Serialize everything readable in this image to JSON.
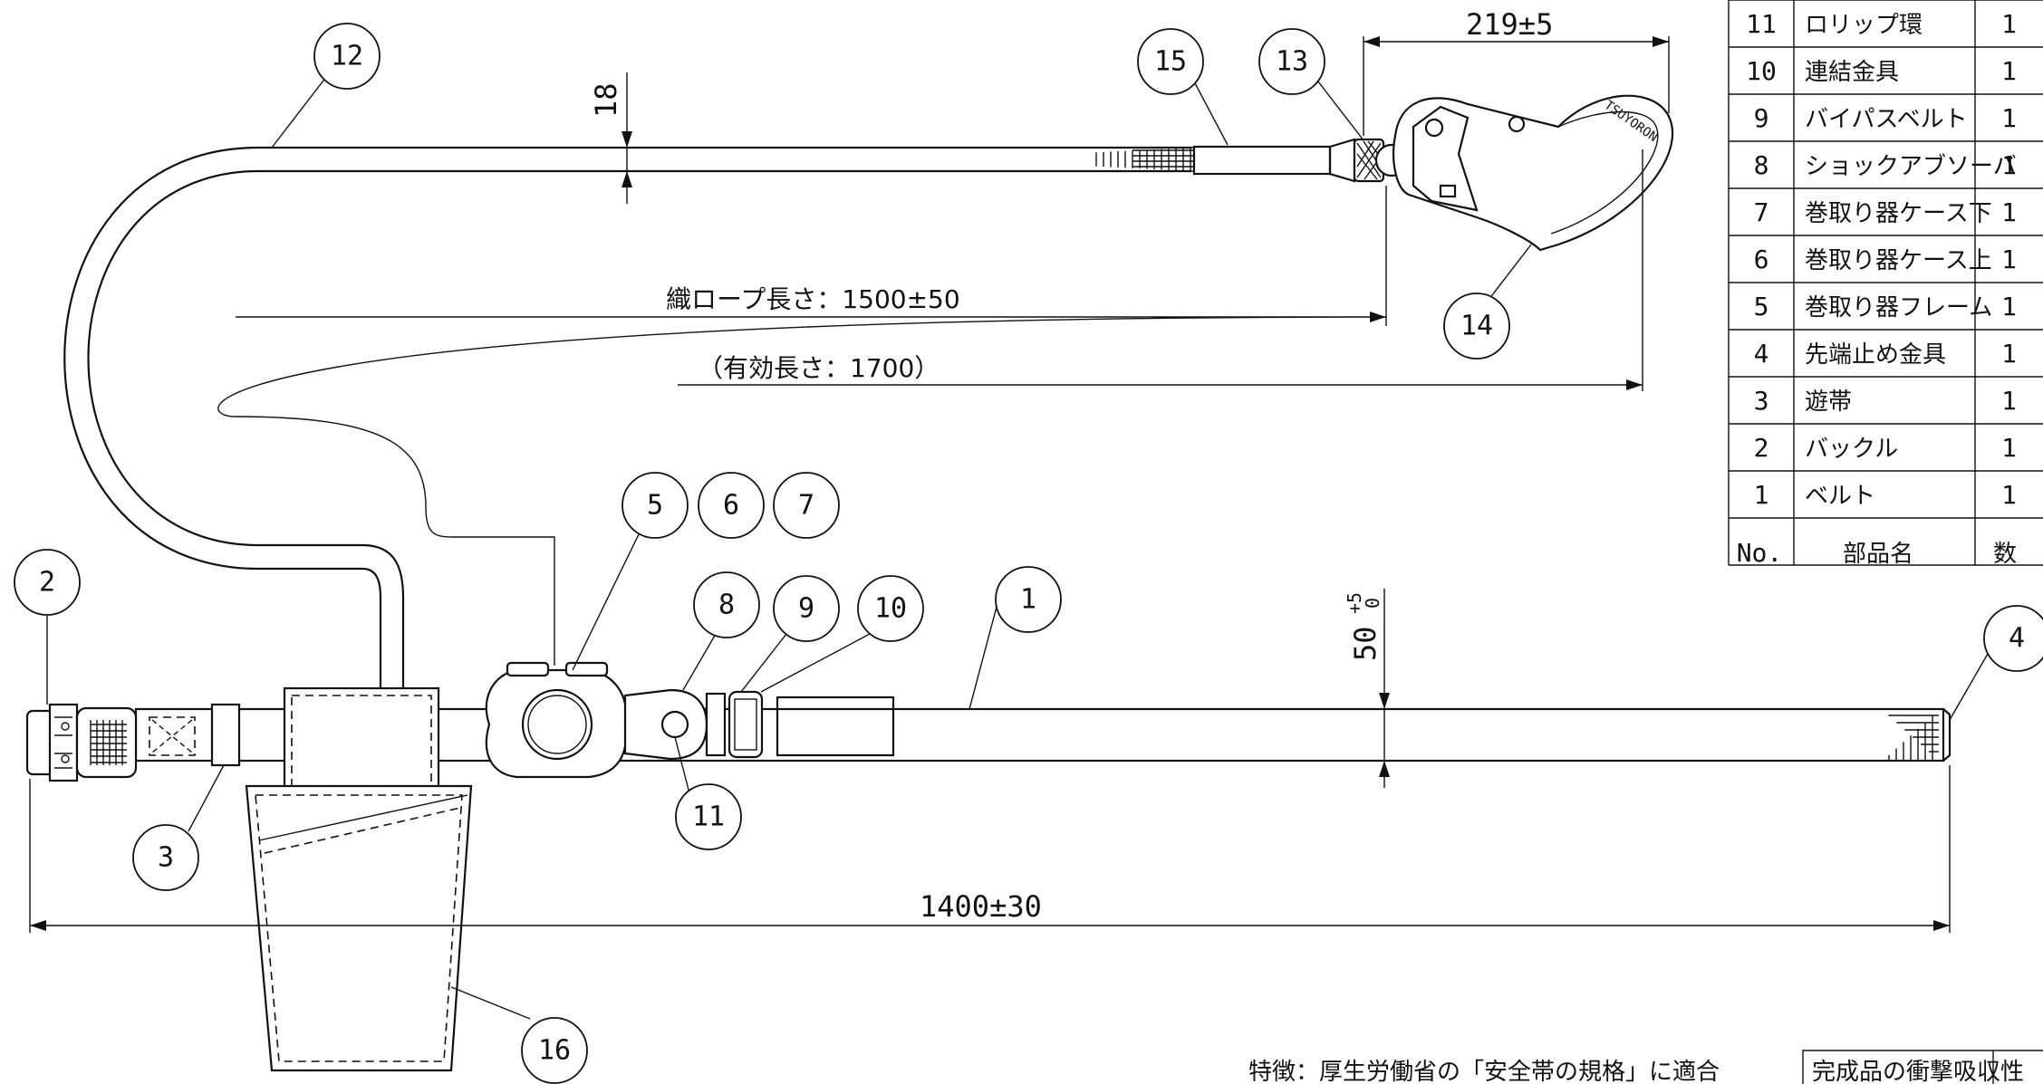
{
  "callouts": [
    "1",
    "2",
    "3",
    "4",
    "5",
    "6",
    "7",
    "8",
    "9",
    "10",
    "11",
    "12",
    "13",
    "14",
    "15",
    "16"
  ],
  "dimensions": {
    "hook_length": "219±5",
    "rope_thickness": "18",
    "rope_length": "織ロープ長さ：1500±50",
    "effective_length": "（有効長さ：1700）",
    "belt_width": "50",
    "belt_width_tol_upper": "+5",
    "belt_width_tol_lower": "0",
    "belt_length": "1400±30"
  },
  "parts_table": {
    "header": {
      "no": "No.",
      "name": "部品名",
      "qty": "数"
    },
    "rows": [
      {
        "no": "11",
        "name": "ロリップ環",
        "qty": "1"
      },
      {
        "no": "10",
        "name": "連結金具",
        "qty": "1"
      },
      {
        "no": "9",
        "name": "バイパスベルト",
        "qty": "1"
      },
      {
        "no": "8",
        "name": "ショックアブソーバ",
        "qty": "1"
      },
      {
        "no": "7",
        "name": "巻取り器ケース下",
        "qty": "1"
      },
      {
        "no": "6",
        "name": "巻取り器ケース上",
        "qty": "1"
      },
      {
        "no": "5",
        "name": "巻取り器フレーム",
        "qty": "1"
      },
      {
        "no": "4",
        "name": "先端止め金具",
        "qty": "1"
      },
      {
        "no": "3",
        "name": "遊帯",
        "qty": "1"
      },
      {
        "no": "2",
        "name": "バックル",
        "qty": "1"
      },
      {
        "no": "1",
        "name": "ベルト",
        "qty": "1"
      }
    ]
  },
  "hook_brand": "TSUYORON",
  "feature_note": "特徴：厚生労働省の「安全帯の規格」に適合",
  "corner_label": "完成品の衝撃吸収性"
}
